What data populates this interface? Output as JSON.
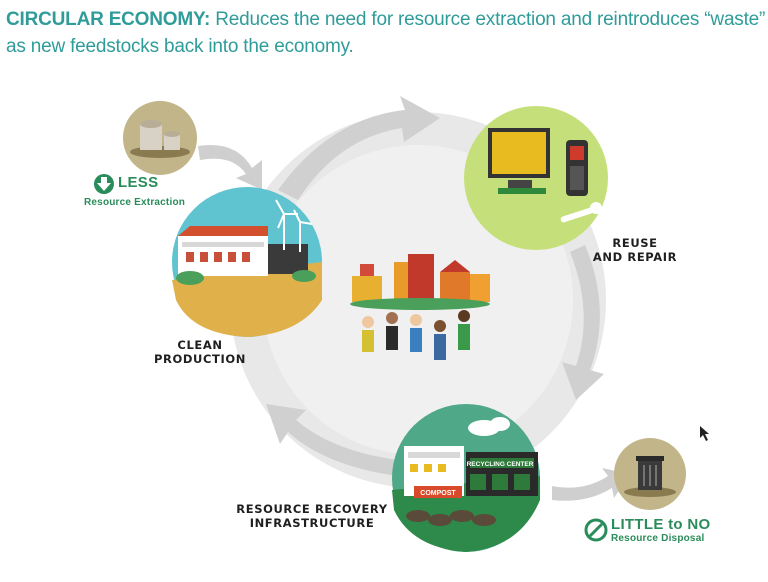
{
  "title": {
    "bold": "CIRCULAR ECONOMY:",
    "text": " Reduces the need for resource extraction and reintroduces “waste” as new feedstocks back into the economy."
  },
  "stages": {
    "less": {
      "big": "LESS",
      "sub": "Resource Extraction"
    },
    "reuse": {
      "line1": "REUSE",
      "line2": "AND REPAIR"
    },
    "production": {
      "line1": "CLEAN",
      "line2": "PRODUCTION"
    },
    "recovery": {
      "line1": "RESOURCE RECOVERY",
      "line2": "INFRASTRUCTURE"
    },
    "little": {
      "big": "LITTLE to NO",
      "sub": "Resource Disposal"
    }
  },
  "signs": {
    "recycling": "RECYCLING CENTER",
    "compost": "COMPOST"
  },
  "colors": {
    "title_teal": "#2f9c9a",
    "label_green": "#2a8c5a",
    "ring_gray": "#e6e6e6",
    "arrow_gray": "#d3d3d3"
  },
  "icons": [
    "tree-stumps-icon",
    "computer-monitor-icon",
    "mobile-phone-icon",
    "wrench-icon",
    "factory-icon",
    "wind-turbine-icon",
    "recycling-center-icon",
    "trash-can-icon",
    "down-arrow-icon",
    "prohibited-icon",
    "community-icon"
  ]
}
